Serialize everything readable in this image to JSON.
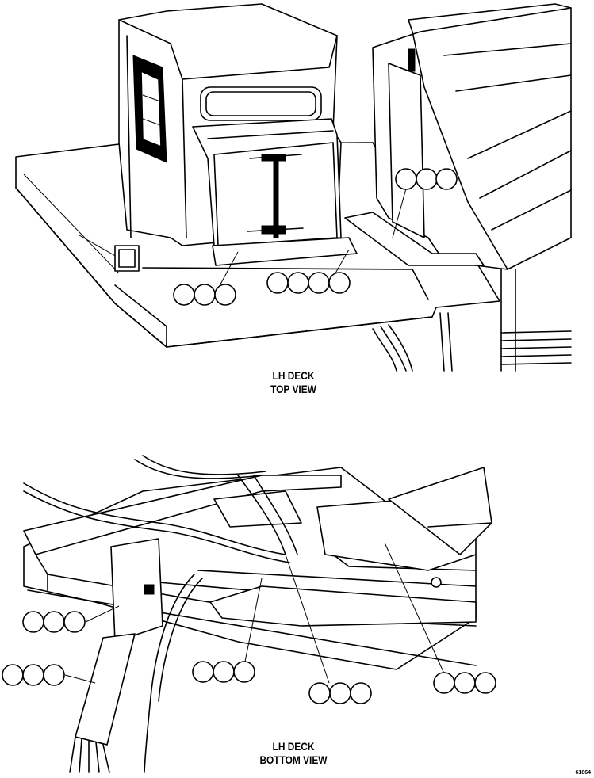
{
  "top_view": {
    "caption_line1": "LH DECK",
    "caption_line2": "TOP VIEW",
    "callouts": [
      {
        "name": "callout-group-cab-side",
        "bubbles": 3
      },
      {
        "name": "callout-group-deck-front",
        "bubbles": 3
      },
      {
        "name": "callout-group-deck-center",
        "bubbles": 4
      }
    ]
  },
  "bottom_view": {
    "caption_line1": "LH DECK",
    "caption_line2": "BOTTOM VIEW",
    "callouts": [
      {
        "name": "callout-group-bracket",
        "bubbles": 3
      },
      {
        "name": "callout-group-harness",
        "bubbles": 3
      },
      {
        "name": "callout-group-rail",
        "bubbles": 3
      },
      {
        "name": "callout-group-cable",
        "bubbles": 3
      },
      {
        "name": "callout-group-plate",
        "bubbles": 3
      }
    ]
  },
  "figure_number": "61864"
}
